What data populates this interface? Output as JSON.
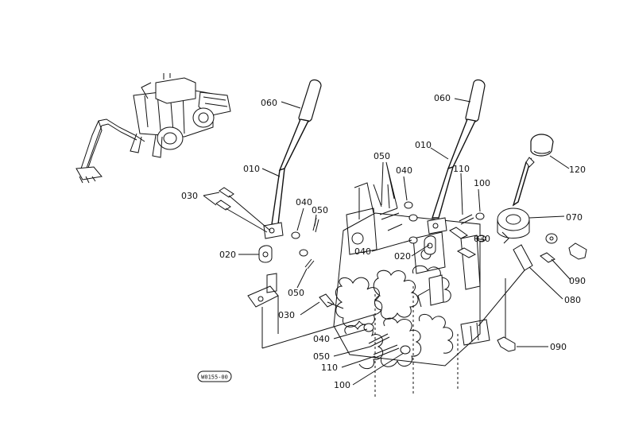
{
  "diagram": {
    "parts": [
      {
        "id": "060-left",
        "text": "060"
      },
      {
        "id": "010-left",
        "text": "010"
      },
      {
        "id": "030-left",
        "text": "030"
      },
      {
        "id": "040-left",
        "text": "040"
      },
      {
        "id": "050-left",
        "text": "050"
      },
      {
        "id": "020-left",
        "text": "020"
      },
      {
        "id": "050-lower-left",
        "text": "050"
      },
      {
        "id": "030-lower",
        "text": "030"
      },
      {
        "id": "050-top",
        "text": "050"
      },
      {
        "id": "040-top",
        "text": "040"
      },
      {
        "id": "040-mid",
        "text": "040"
      },
      {
        "id": "020-mid",
        "text": "020"
      },
      {
        "id": "010-right",
        "text": "010"
      },
      {
        "id": "060-right",
        "text": "060"
      },
      {
        "id": "110-right",
        "text": "110"
      },
      {
        "id": "100-right",
        "text": "100"
      },
      {
        "id": "030-right",
        "text": "030"
      },
      {
        "id": "120",
        "text": "120"
      },
      {
        "id": "070",
        "text": "070"
      },
      {
        "id": "090-upper",
        "text": "090"
      },
      {
        "id": "080",
        "text": "080"
      },
      {
        "id": "090-lower",
        "text": "090"
      },
      {
        "id": "040-bottom",
        "text": "040"
      },
      {
        "id": "050-bottom",
        "text": "050"
      },
      {
        "id": "110-bottom",
        "text": "110"
      },
      {
        "id": "100-bottom",
        "text": "100"
      }
    ],
    "stamp": "W0155-00"
  }
}
